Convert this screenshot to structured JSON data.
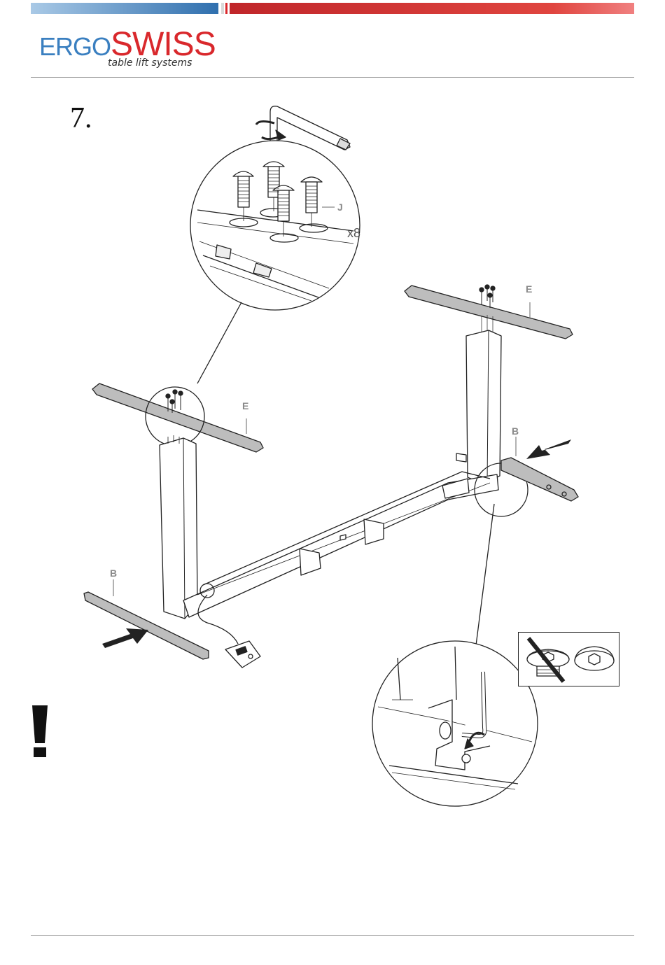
{
  "header": {
    "logo_ergo": "ERGO",
    "logo_swiss": "SWISS",
    "tagline": "table lift systems"
  },
  "step": {
    "number": "7."
  },
  "labels": {
    "e_left": "E",
    "e_right": "E",
    "b_left": "B",
    "b_right": "B",
    "j": "J",
    "quantity": "x8"
  },
  "colors": {
    "logo_blue": "#3a7fc0",
    "logo_red": "#d9282c",
    "part_fill": "#bdbdbd",
    "line": "#222222"
  },
  "icons": {
    "warning": "exclamation-mark-icon",
    "correct_screw": "round-head-screw-icon",
    "wrong_screw": "crossed-out-screw-icon",
    "hex_key": "allen-key-icon"
  }
}
